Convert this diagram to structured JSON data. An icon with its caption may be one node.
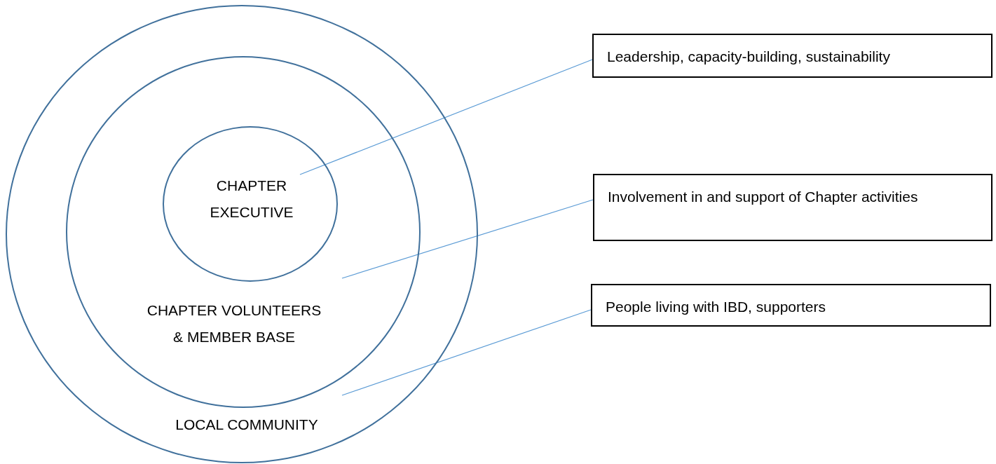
{
  "diagram": {
    "nodes": [
      {
        "text": [
          "LOCAL COMMUNITY"
        ]
      },
      {
        "text": [
          "CHAPTER VOLUNTEERS & MEMBER BASE"
        ],
        "in": 0
      },
      {
        "text": [
          "CHAPTER EXECUTIVE"
        ],
        "in": 1
      },
      {
        "text": [
          "Leadership, capacity-building, sustainability"
        ]
      },
      {
        "text": [
          "Involvement in and support of Chapter activities"
        ]
      },
      {
        "text": [
          "People living with IBD, supporters"
        ]
      }
    ],
    "edges": [
      {
        "from": 3,
        "to": 2,
        "arrow": "none"
      },
      {
        "from": 4,
        "to": 1,
        "arrow": "none"
      },
      {
        "from": 5,
        "to": 0,
        "arrow": "none"
      }
    ]
  }
}
